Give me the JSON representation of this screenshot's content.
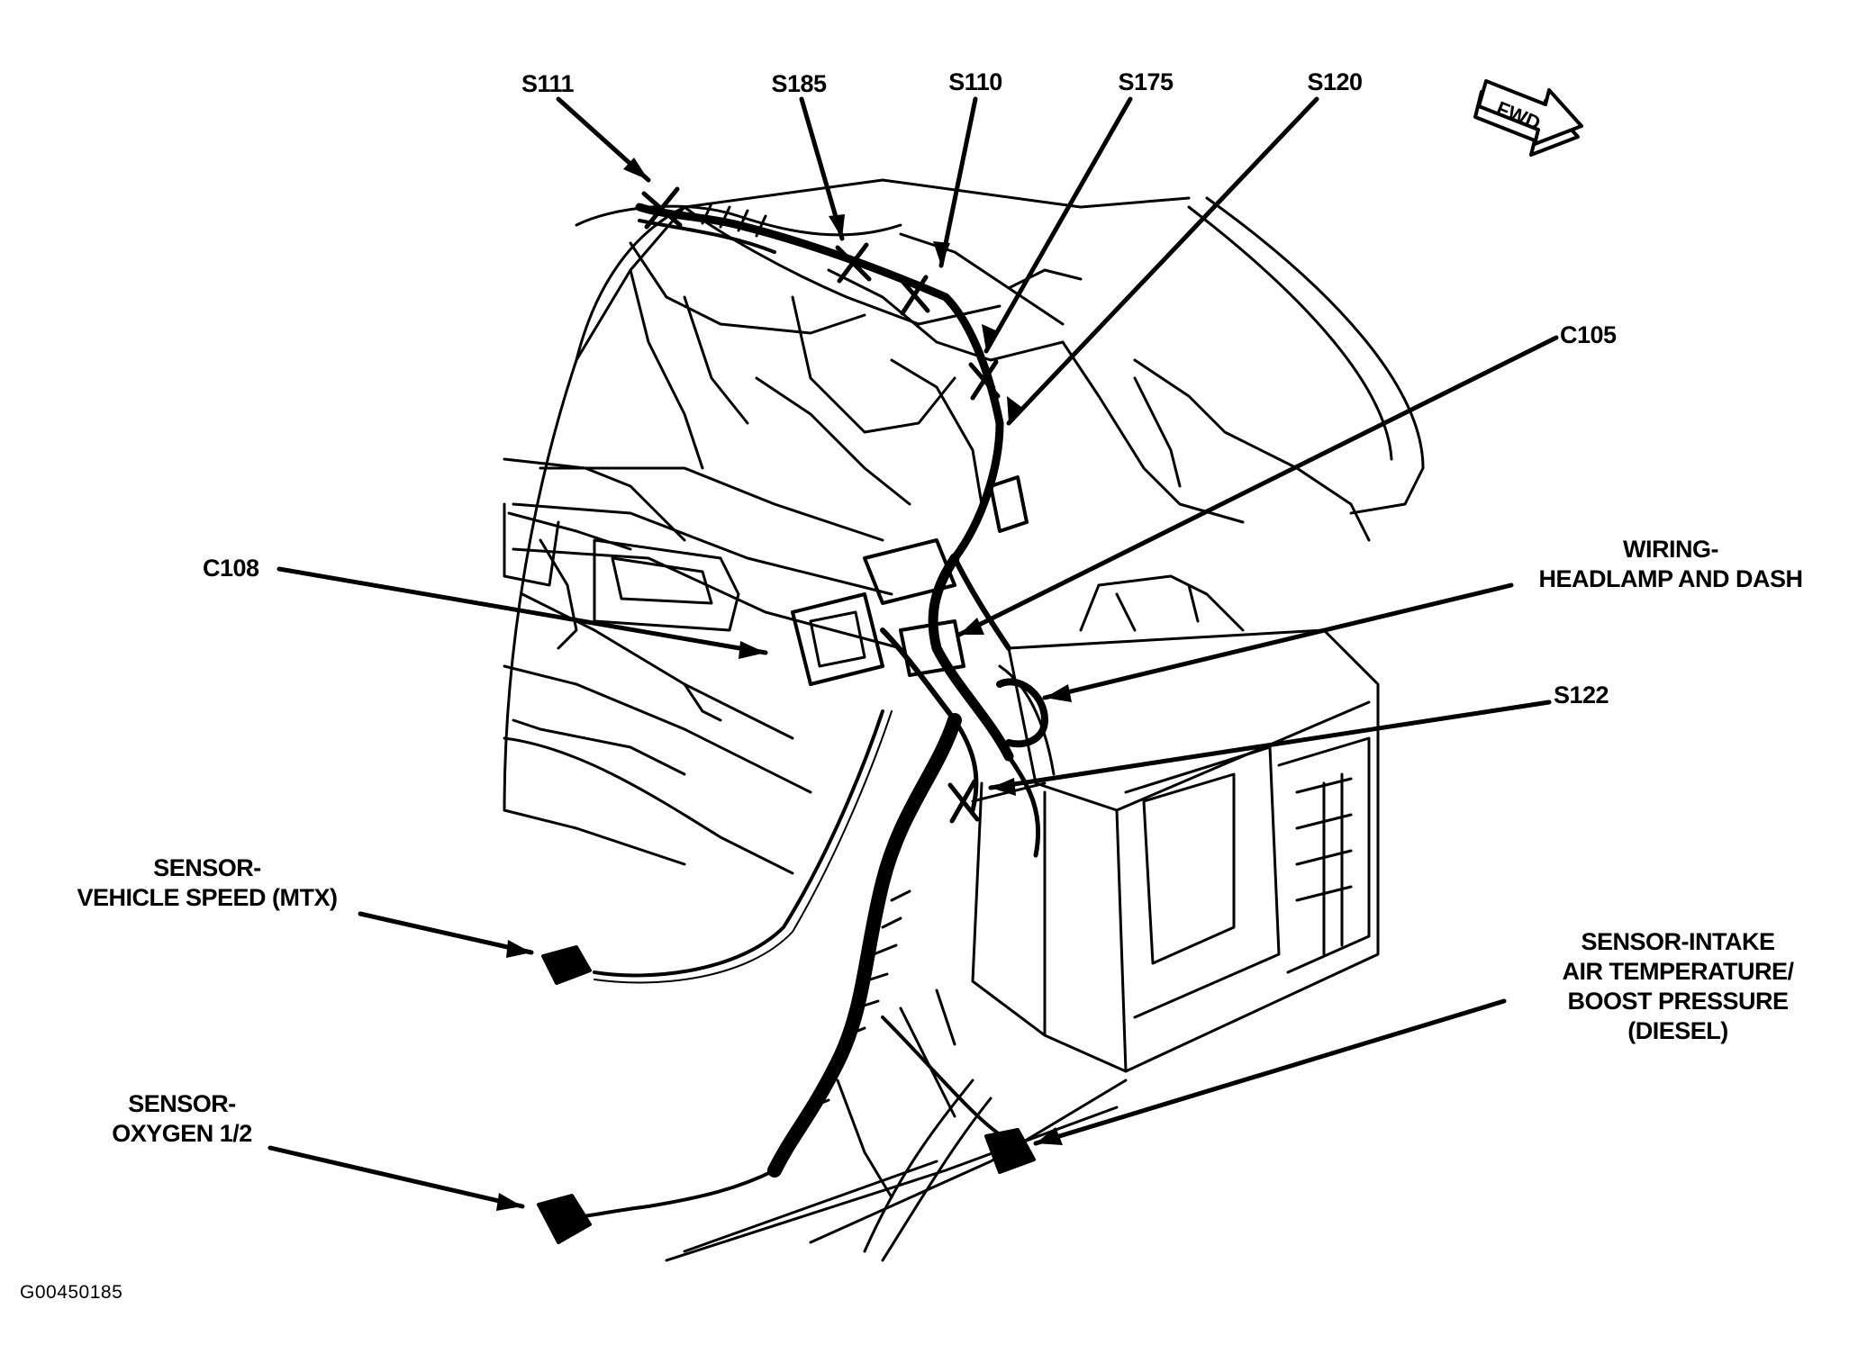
{
  "diagram": {
    "splice_labels": {
      "s111": "S111",
      "s185": "S185",
      "s110": "S110",
      "s175": "S175",
      "s120": "S120",
      "s122": "S122"
    },
    "connector_labels": {
      "c105": "C105",
      "c108": "C108"
    },
    "component_labels": {
      "wiring_headlamp_dash": [
        "WIRING-",
        "HEADLAMP AND DASH"
      ],
      "sensor_vehicle_speed": [
        "SENSOR-",
        "VEHICLE SPEED (MTX)"
      ],
      "sensor_oxygen": [
        "SENSOR-",
        "OXYGEN 1/2"
      ],
      "sensor_intake_air": [
        "SENSOR-INTAKE",
        "AIR TEMPERATURE/",
        "BOOST PRESSURE",
        "(DIESEL)"
      ]
    },
    "direction_indicator": "FWD",
    "figure_id": "G00450185"
  }
}
